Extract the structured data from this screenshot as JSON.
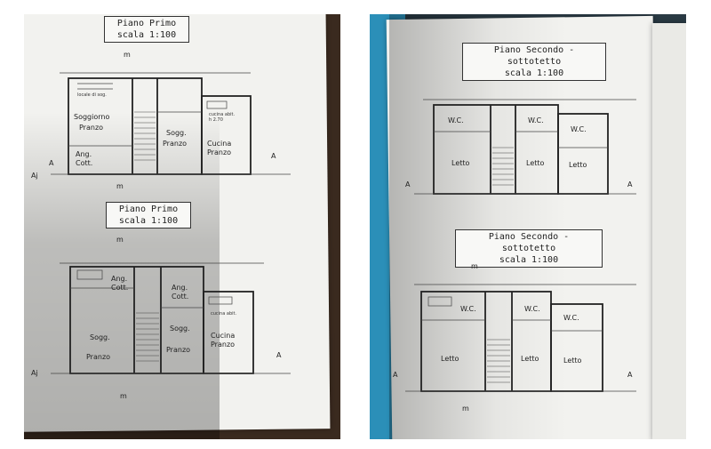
{
  "left_photo": {
    "top_plan": {
      "title_line1": "Piano  Primo",
      "title_line2": "scala  1:100",
      "rooms": [
        "Soggiorno",
        "Pranzo",
        "Sogg.",
        "Pranzo",
        "Cucina",
        "Pranzo",
        "Ang.",
        "Cott."
      ],
      "section_marks": [
        "A",
        "A",
        "Aj"
      ],
      "north_marks": [
        "m",
        "m"
      ]
    },
    "bottom_plan": {
      "title_line1": "Piano  Primo",
      "title_line2": "scala  1:100",
      "rooms": [
        "Ang.",
        "Cott.",
        "Ang.",
        "Cott.",
        "Sogg.",
        "Pranzo",
        "Sogg.",
        "Pranzo",
        "Cucina",
        "Pranzo"
      ],
      "section_marks": [
        "A",
        "Aj"
      ],
      "north_marks": [
        "m",
        "m"
      ]
    }
  },
  "right_photo": {
    "top_plan": {
      "title_line1": "Piano  Secondo - sottotetto",
      "title_line2": "scala  1:100",
      "rooms": [
        "W.C.",
        "W.C.",
        "W.C.",
        "Letto",
        "Letto",
        "Letto"
      ],
      "section_marks": [
        "A",
        "A"
      ]
    },
    "bottom_plan": {
      "title_line1": "Piano  Secondo - sottotetto",
      "title_line2": "scala  1:100",
      "rooms": [
        "W.C.",
        "W.C.",
        "W.C.",
        "Letto",
        "Letto",
        "Letto"
      ],
      "section_marks": [
        "A",
        "A"
      ],
      "north_marks": [
        "m",
        "m"
      ]
    }
  },
  "colors": {
    "paper": "#f2f2ef",
    "ink": "#222222",
    "desk_left": "#3a2a1f",
    "desk_right": "#2a3a44",
    "folder_blue": "#2b8fb8"
  }
}
